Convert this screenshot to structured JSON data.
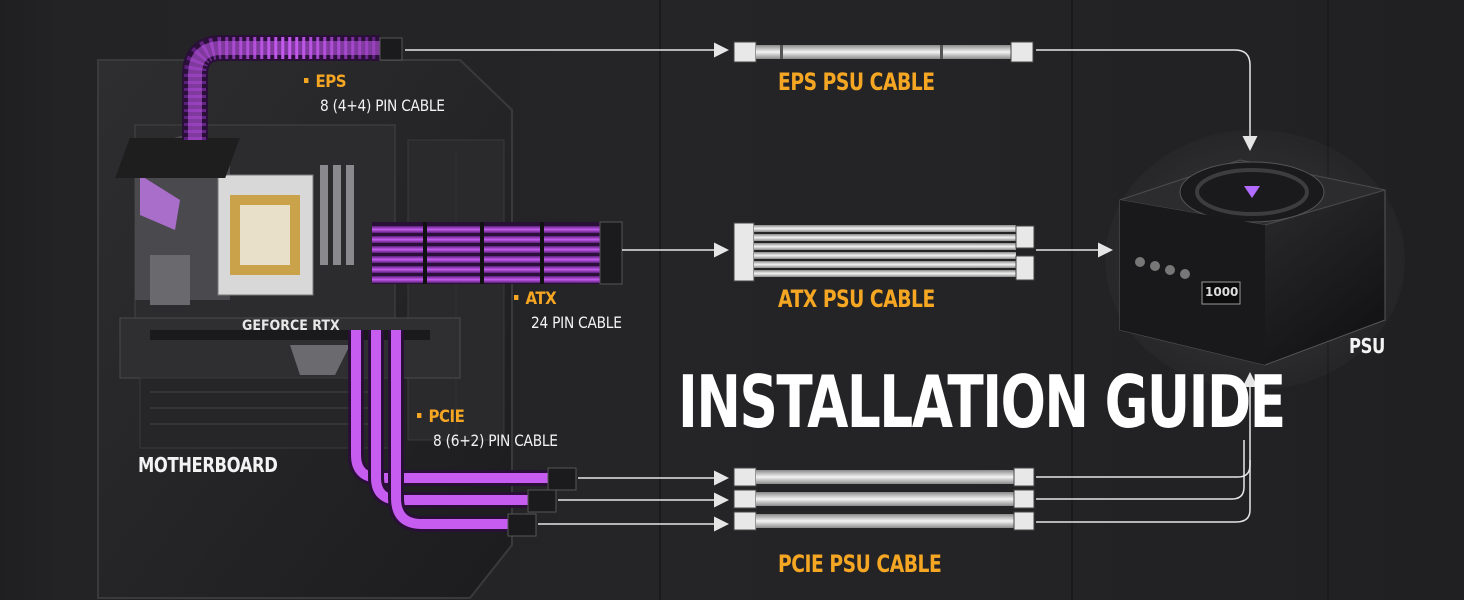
{
  "title": "INSTALLATION GUIDE",
  "components": {
    "motherboard": "MOTHERBOARD",
    "gpu": "GEFORCE RTX",
    "psu": "PSU",
    "psu_badge": "1000"
  },
  "cables": [
    {
      "name": "EPS",
      "detail": "8 (4+4) PIN CABLE",
      "psu_cable": "EPS PSU CABLE"
    },
    {
      "name": "ATX",
      "detail": "24 PIN CABLE",
      "psu_cable": "ATX PSU CABLE"
    },
    {
      "name": "PCIE",
      "detail": "8 (6+2) PIN CABLE",
      "psu_cable": "PCIE PSU CABLE"
    }
  ],
  "colors": {
    "background": "#232325",
    "accent": "#f5a623",
    "sleeve": "#b13ee0",
    "arrow": "#e6e6e6"
  }
}
